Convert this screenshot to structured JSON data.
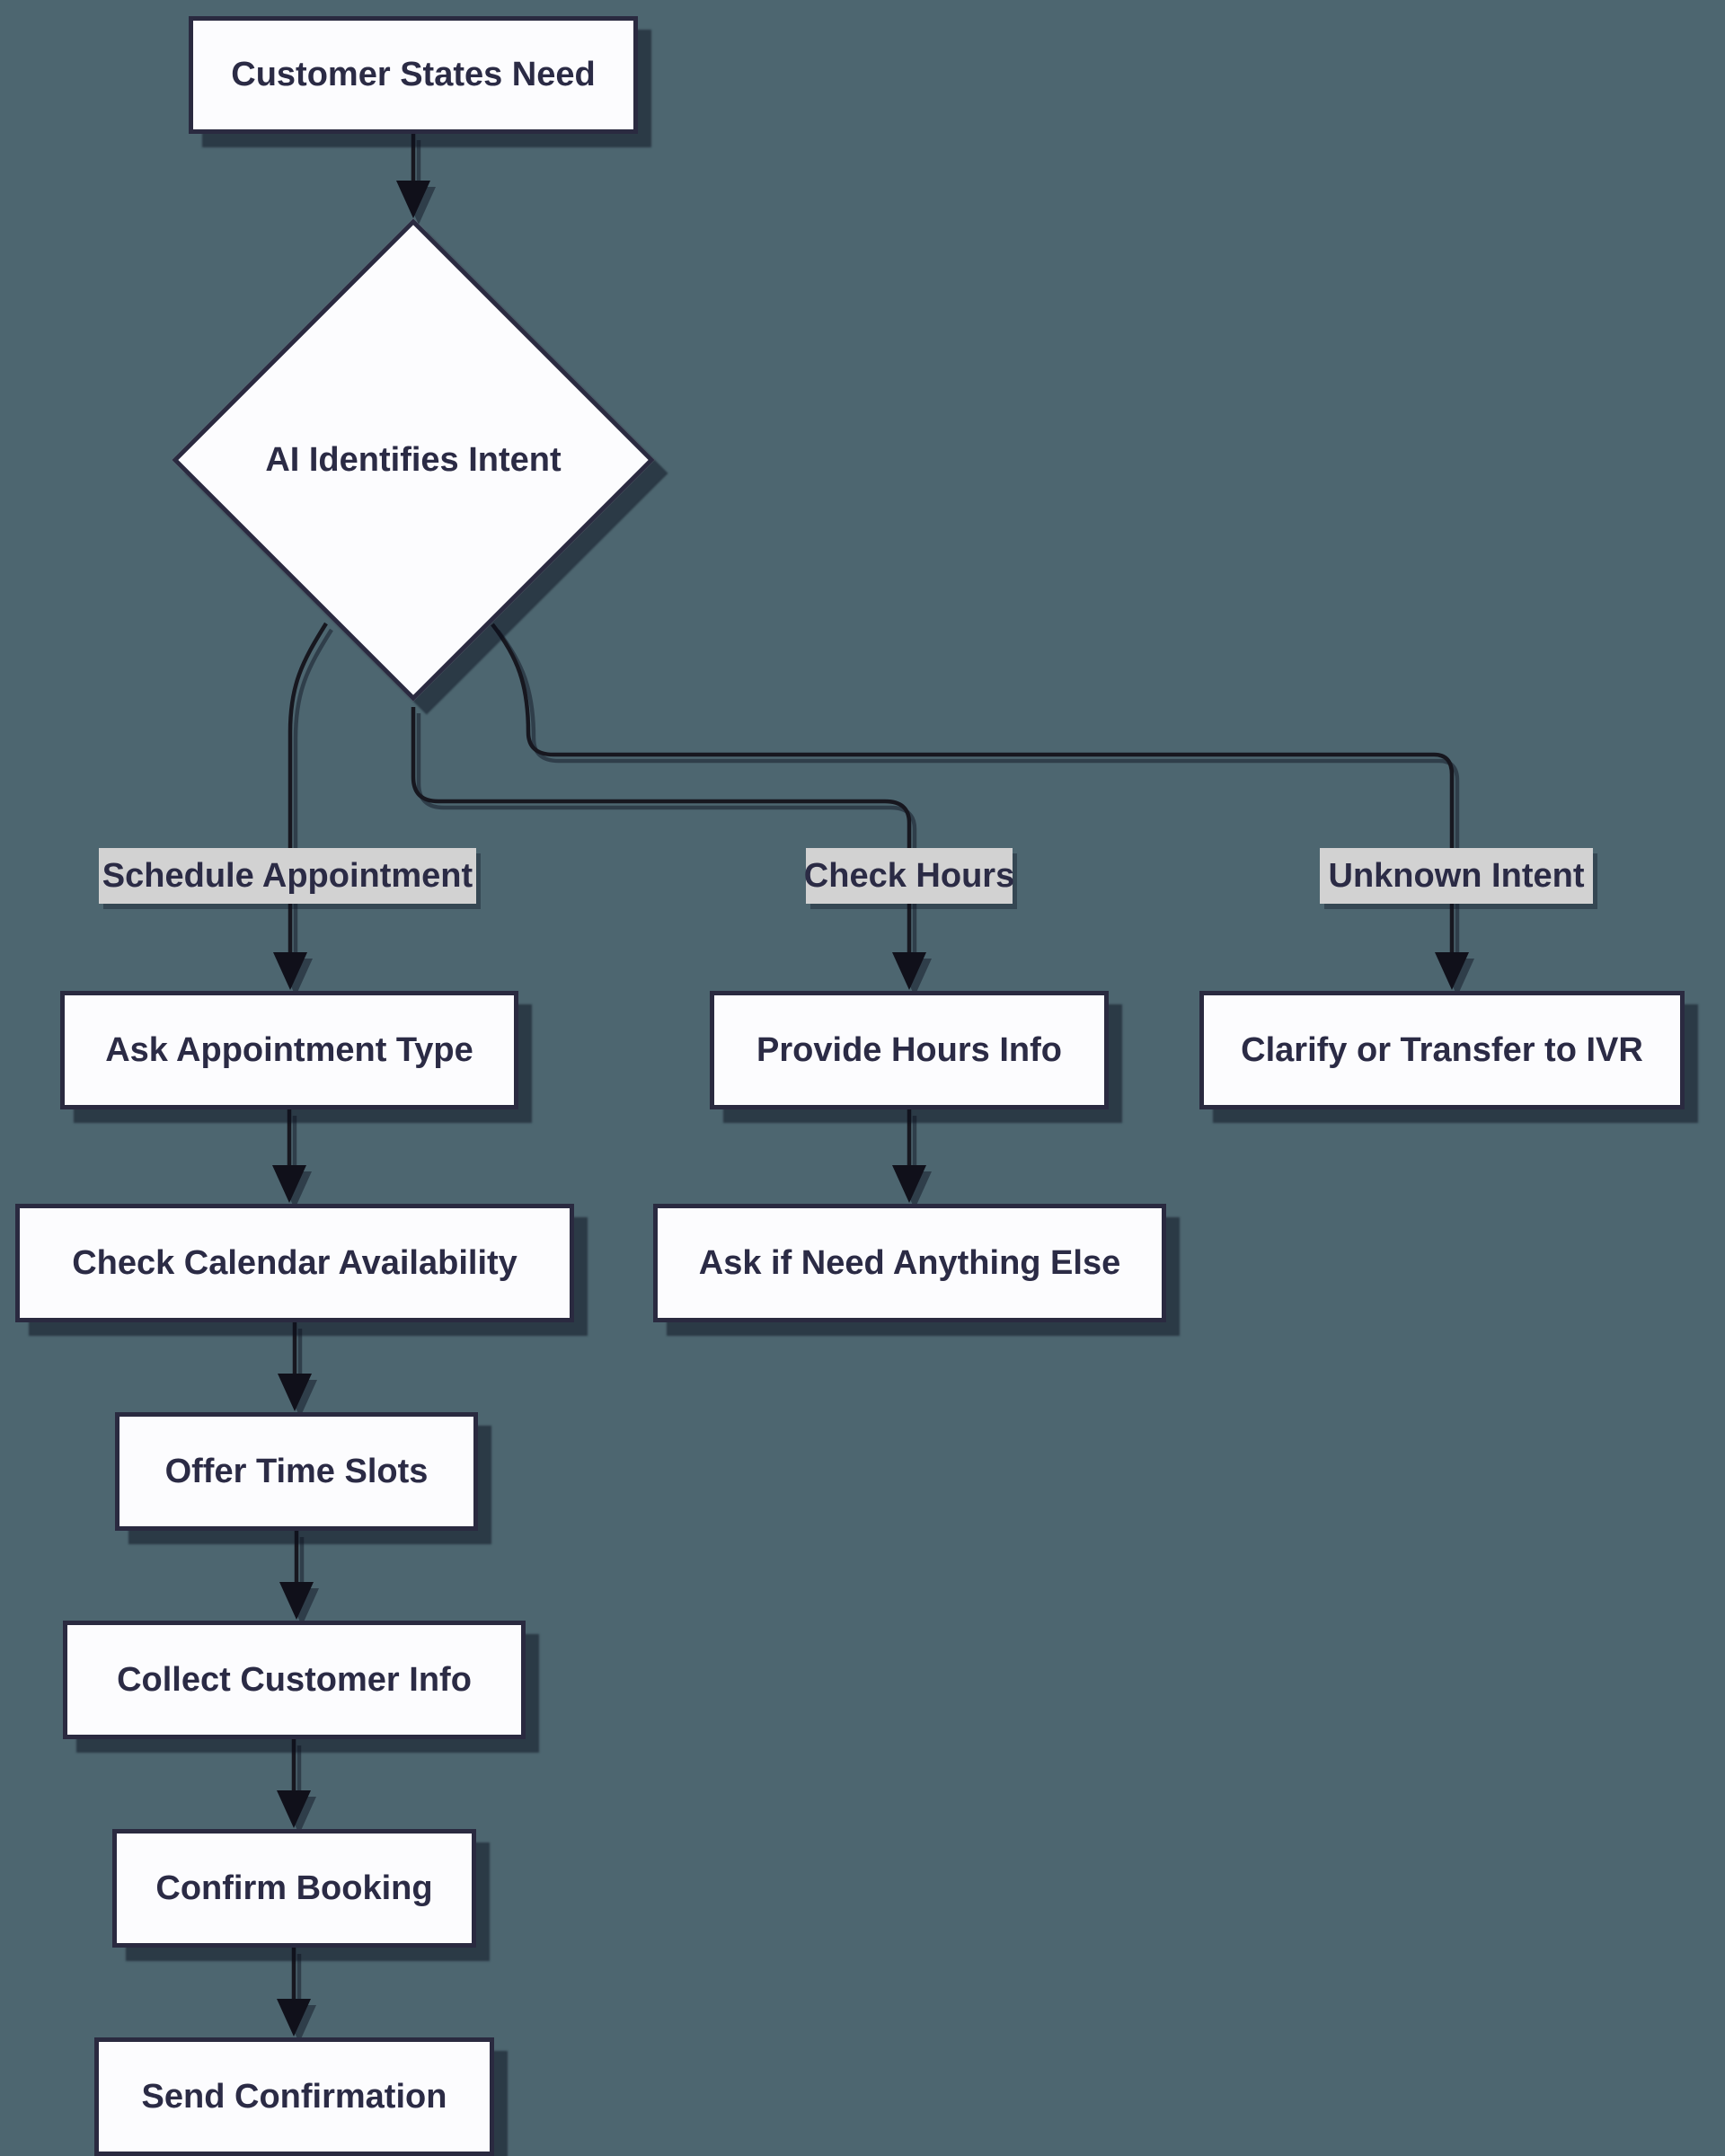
{
  "diagram": {
    "type": "flowchart",
    "direction": "top-down",
    "colors": {
      "background": "#4d6670",
      "node_fill": "#fcfcfe",
      "node_border": "#2a2a40",
      "node_text": "#2b2b45",
      "edge_line": "#17171f",
      "edge_label_background": "#d2d2d2",
      "shadow": "#0a0d1c"
    },
    "nodes": [
      {
        "id": "customer-states-need",
        "shape": "rectangle",
        "label": "Customer States Need"
      },
      {
        "id": "ai-identifies-intent",
        "shape": "diamond",
        "label": "AI Identifies Intent"
      },
      {
        "id": "ask-appointment-type",
        "shape": "rectangle",
        "label": "Ask Appointment Type"
      },
      {
        "id": "provide-hours-info",
        "shape": "rectangle",
        "label": "Provide Hours Info"
      },
      {
        "id": "clarify-or-transfer-to-ivr",
        "shape": "rectangle",
        "label": "Clarify or Transfer to IVR"
      },
      {
        "id": "check-calendar-availability",
        "shape": "rectangle",
        "label": "Check Calendar Availability"
      },
      {
        "id": "ask-if-need-anything-else",
        "shape": "rectangle",
        "label": "Ask if Need Anything Else"
      },
      {
        "id": "offer-time-slots",
        "shape": "rectangle",
        "label": "Offer Time Slots"
      },
      {
        "id": "collect-customer-info",
        "shape": "rectangle",
        "label": "Collect Customer Info"
      },
      {
        "id": "confirm-booking",
        "shape": "rectangle",
        "label": "Confirm Booking"
      },
      {
        "id": "send-confirmation",
        "shape": "rectangle",
        "label": "Send Confirmation"
      }
    ],
    "edge_labels": [
      {
        "text": "Schedule Appointment"
      },
      {
        "text": "Check Hours"
      },
      {
        "text": "Unknown Intent"
      }
    ],
    "edges": [
      {
        "from": "customer-states-need",
        "to": "ai-identifies-intent",
        "label": ""
      },
      {
        "from": "ai-identifies-intent",
        "to": "ask-appointment-type",
        "label": "Schedule Appointment"
      },
      {
        "from": "ai-identifies-intent",
        "to": "provide-hours-info",
        "label": "Check Hours"
      },
      {
        "from": "ai-identifies-intent",
        "to": "clarify-or-transfer-to-ivr",
        "label": "Unknown Intent"
      },
      {
        "from": "ask-appointment-type",
        "to": "check-calendar-availability",
        "label": ""
      },
      {
        "from": "provide-hours-info",
        "to": "ask-if-need-anything-else",
        "label": ""
      },
      {
        "from": "check-calendar-availability",
        "to": "offer-time-slots",
        "label": ""
      },
      {
        "from": "offer-time-slots",
        "to": "collect-customer-info",
        "label": ""
      },
      {
        "from": "collect-customer-info",
        "to": "confirm-booking",
        "label": ""
      },
      {
        "from": "confirm-booking",
        "to": "send-confirmation",
        "label": ""
      }
    ]
  }
}
